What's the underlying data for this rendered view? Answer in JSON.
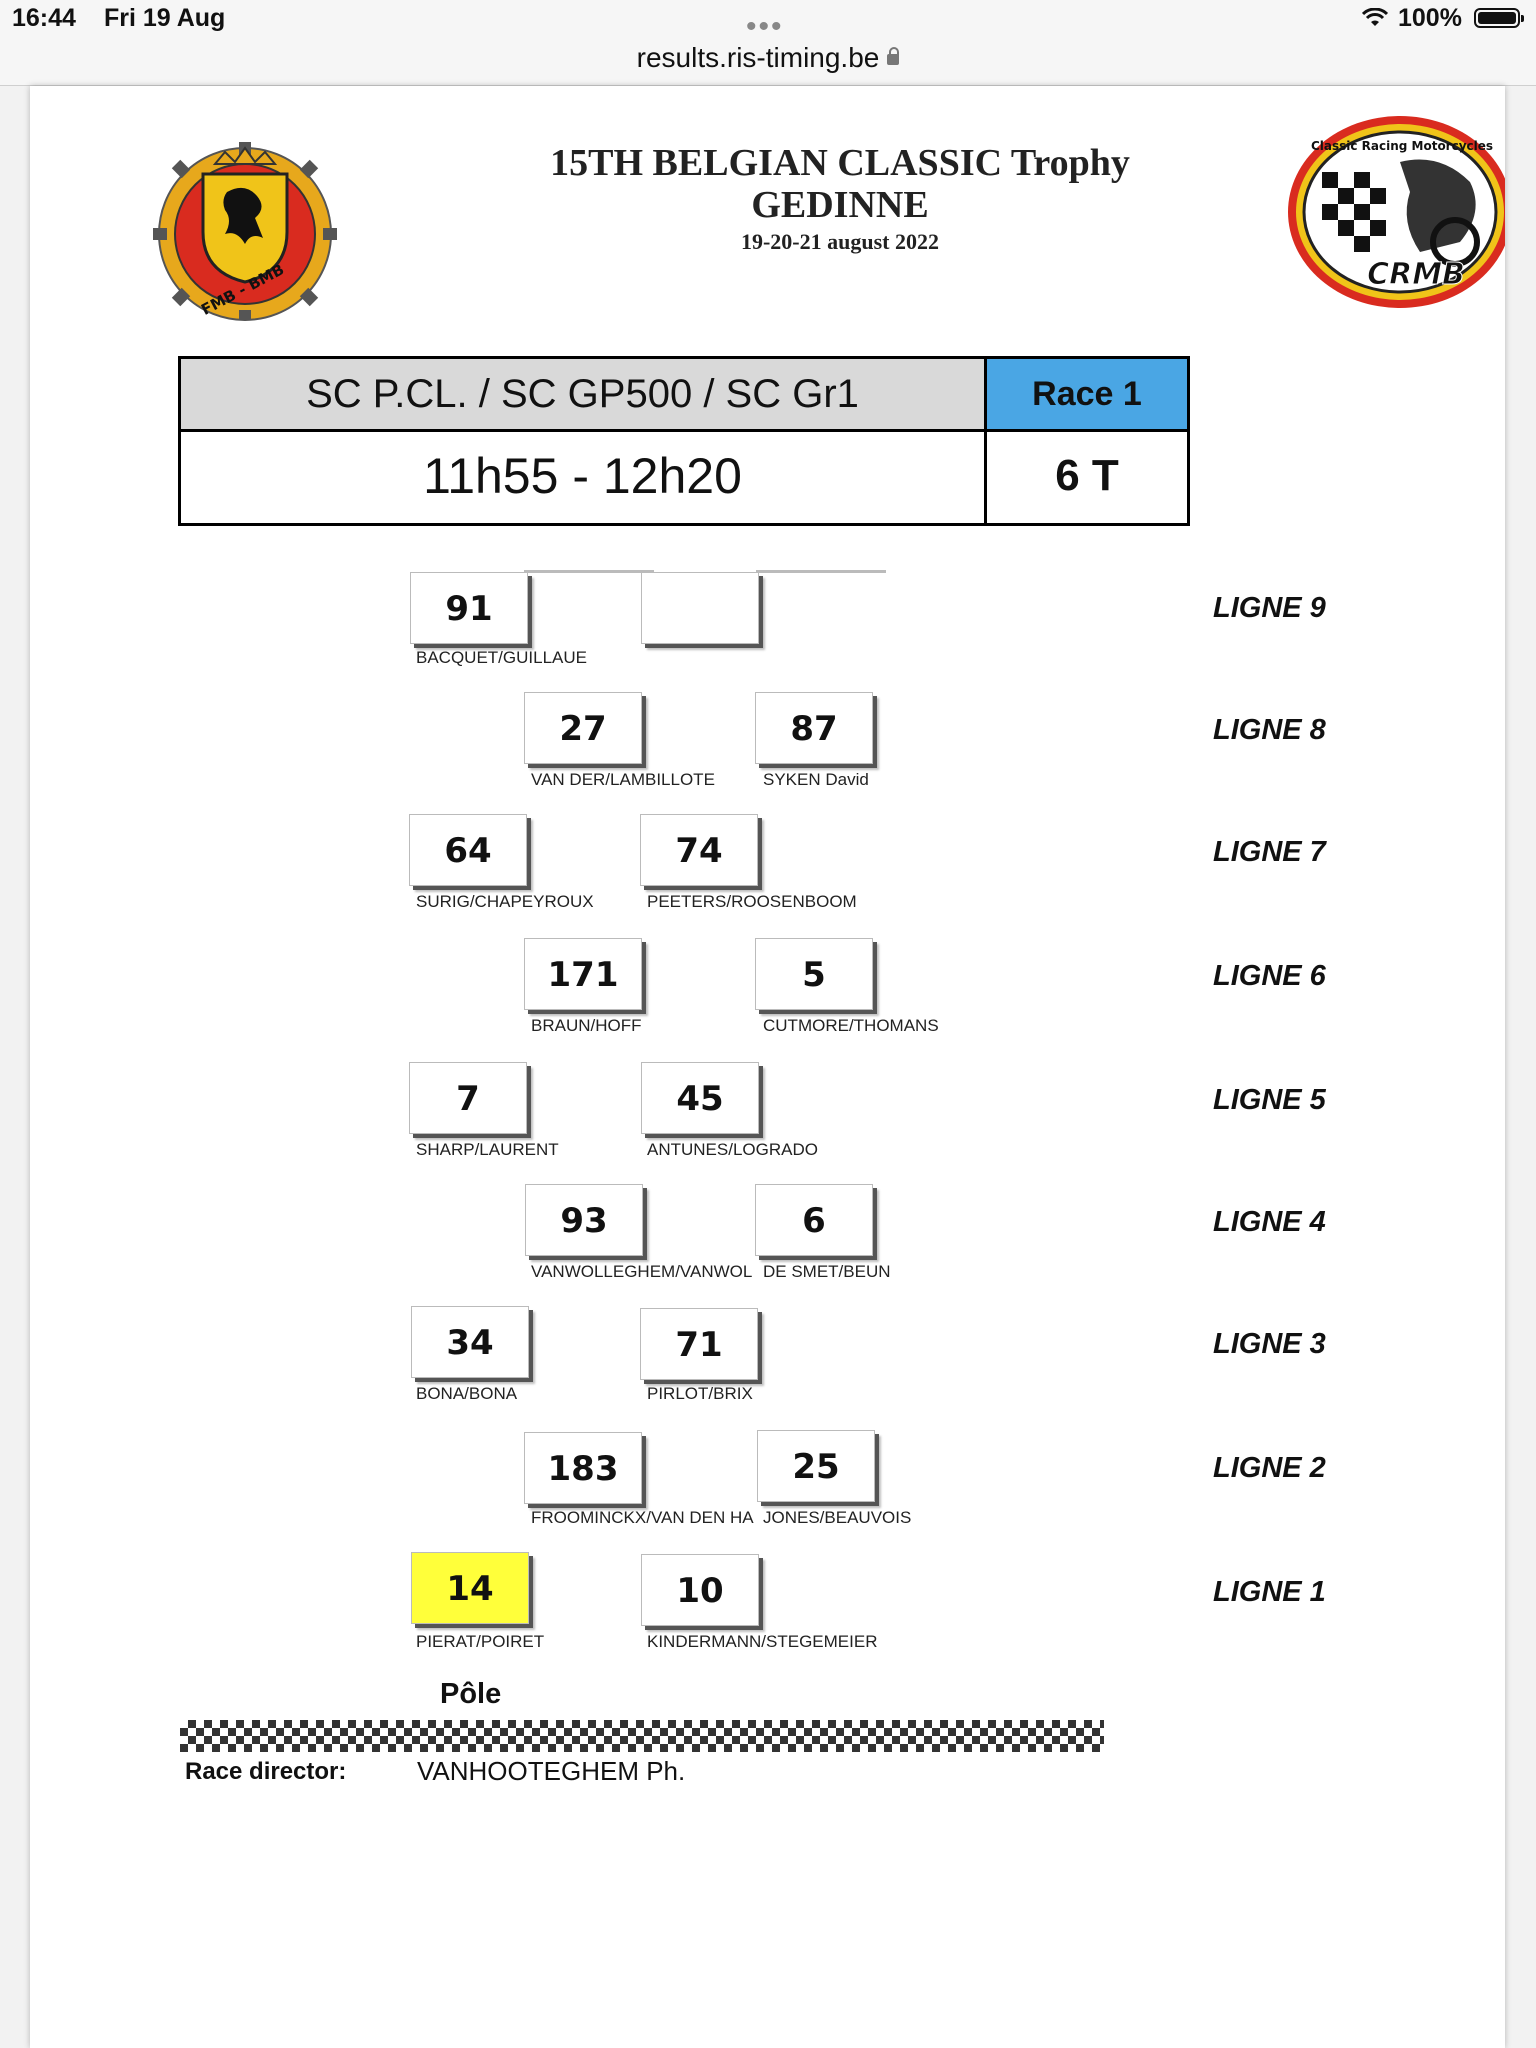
{
  "statusbar": {
    "time": "16:44",
    "date": "Fri 19 Aug",
    "url": "results.ris-timing.be",
    "battery": "100%"
  },
  "event": {
    "title": "15TH BELGIAN CLASSIC Trophy",
    "location": "GEDINNE",
    "dates": "19-20-21 august 2022"
  },
  "race": {
    "classes": "SC P.CL. / SC GP500 / SC Gr1",
    "name": "Race 1",
    "time": "11h55 - 12h20",
    "laps": "6 T"
  },
  "grid": {
    "rows": [
      {
        "ligne": "LIGNE 9",
        "left": {
          "num": "91",
          "name": "BACQUET/GUILLAUE"
        },
        "right": {
          "num": "",
          "name": ""
        }
      },
      {
        "ligne": "LIGNE 8",
        "left": {
          "num": "27",
          "name": "VAN DER/LAMBILLOTE"
        },
        "right": {
          "num": "87",
          "name": "SYKEN David"
        }
      },
      {
        "ligne": "LIGNE 7",
        "left": {
          "num": "64",
          "name": "SURIG/CHAPEYROUX"
        },
        "right": {
          "num": "74",
          "name": "PEETERS/ROOSENBOOM"
        }
      },
      {
        "ligne": "LIGNE 6",
        "left": {
          "num": "171",
          "name": "BRAUN/HOFF"
        },
        "right": {
          "num": "5",
          "name": "CUTMORE/THOMANS"
        }
      },
      {
        "ligne": "LIGNE 5",
        "left": {
          "num": "7",
          "name": "SHARP/LAURENT"
        },
        "right": {
          "num": "45",
          "name": "ANTUNES/LOGRADO"
        }
      },
      {
        "ligne": "LIGNE 4",
        "left": {
          "num": "93",
          "name": "VANWOLLEGHEM/VANWOL"
        },
        "right": {
          "num": "6",
          "name": "DE SMET/BEUN"
        }
      },
      {
        "ligne": "LIGNE 3",
        "left": {
          "num": "34",
          "name": "BONA/BONA"
        },
        "right": {
          "num": "71",
          "name": "PIRLOT/BRIX"
        }
      },
      {
        "ligne": "LIGNE 2",
        "left": {
          "num": "183",
          "name": "FROOMINCKX/VAN DEN HA"
        },
        "right": {
          "num": "25",
          "name": "JONES/BEAUVOIS"
        }
      },
      {
        "ligne": "LIGNE 1",
        "left": {
          "num": "14",
          "name": "PIERAT/POIRET"
        },
        "right": {
          "num": "10",
          "name": "KINDERMANN/STEGEMEIER"
        }
      }
    ],
    "pole_label": "Pôle"
  },
  "footer": {
    "director_label": "Race director:",
    "director_name": "VANHOOTEGHEM Ph."
  },
  "logos": {
    "left_text": "FMB - BMB",
    "right_text": "CRMB",
    "right_ring_text": "Classic Racing Motorcycles"
  },
  "colors": {
    "race_header": "#4aa6e4",
    "class_header": "#d9d9d9",
    "pole_box": "#ffff3a"
  }
}
